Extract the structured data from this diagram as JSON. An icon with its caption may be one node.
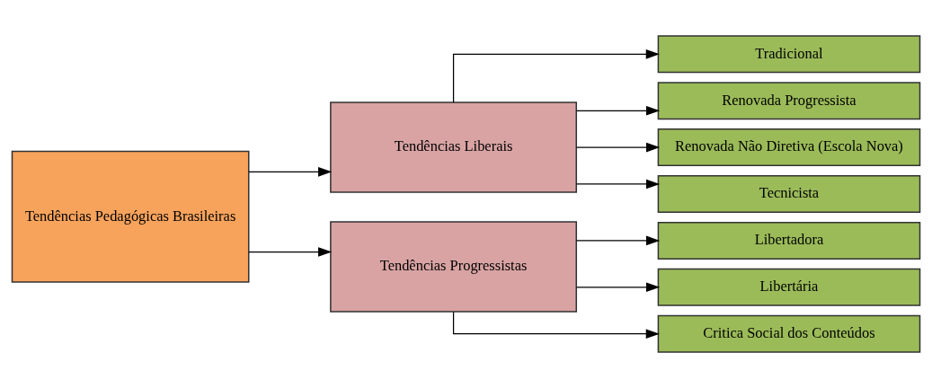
{
  "diagram": {
    "nodes": [
      {
        "text": [
          "Tendências Pedagógicas Brasileiras"
        ]
      },
      {
        "text": [
          "Tendências Liberais"
        ]
      },
      {
        "text": [
          "Tendências Progressistas"
        ]
      },
      {
        "text": [
          "Tradicional"
        ]
      },
      {
        "text": [
          "Renovada Progressista"
        ]
      },
      {
        "text": [
          "Renovada Não Diretiva (Escola Nova)"
        ]
      },
      {
        "text": [
          "Tecnicista"
        ]
      },
      {
        "text": [
          "Libertadora"
        ]
      },
      {
        "text": [
          "Libertária"
        ]
      },
      {
        "text": [
          "Critica Social dos Conteúdos"
        ]
      }
    ],
    "edges": [
      {
        "from": 0,
        "to": 1,
        "arrow": "to"
      },
      {
        "from": 0,
        "to": 2,
        "arrow": "to"
      },
      {
        "from": 1,
        "to": 3,
        "arrow": "to"
      },
      {
        "from": 1,
        "to": 4,
        "arrow": "to"
      },
      {
        "from": 1,
        "to": 5,
        "arrow": "to"
      },
      {
        "from": 1,
        "to": 6,
        "arrow": "to"
      },
      {
        "from": 2,
        "to": 7,
        "arrow": "to"
      },
      {
        "from": 2,
        "to": 8,
        "arrow": "to"
      },
      {
        "from": 2,
        "to": 9,
        "arrow": "to"
      }
    ]
  }
}
